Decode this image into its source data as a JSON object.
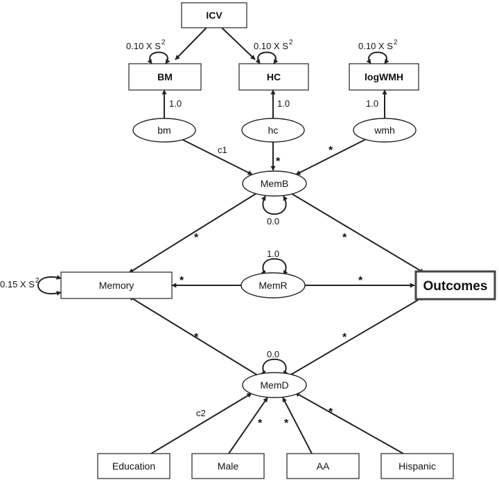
{
  "nodes": {
    "icv": "ICV",
    "bm_box": "BM",
    "hc_box": "HC",
    "logwmh": "logWMH",
    "bm": "bm",
    "hc": "hc",
    "wmh": "wmh",
    "memb": "MemB",
    "memr": "MemR",
    "memd": "MemD",
    "memory": "Memory",
    "outcomes": "Outcomes",
    "education": "Education",
    "male": "Male",
    "aa": "AA",
    "hispanic": "Hispanic"
  },
  "labels": {
    "variance_prefix_010": "0.10 X S",
    "variance_prefix_015": "0.15 X S",
    "superscript": "2",
    "loading": "1.0",
    "memb_var": "0.0",
    "memr_var": "1.0",
    "memd_var": "0.0",
    "c1": "c1",
    "c2": "c2",
    "free": "*"
  }
}
